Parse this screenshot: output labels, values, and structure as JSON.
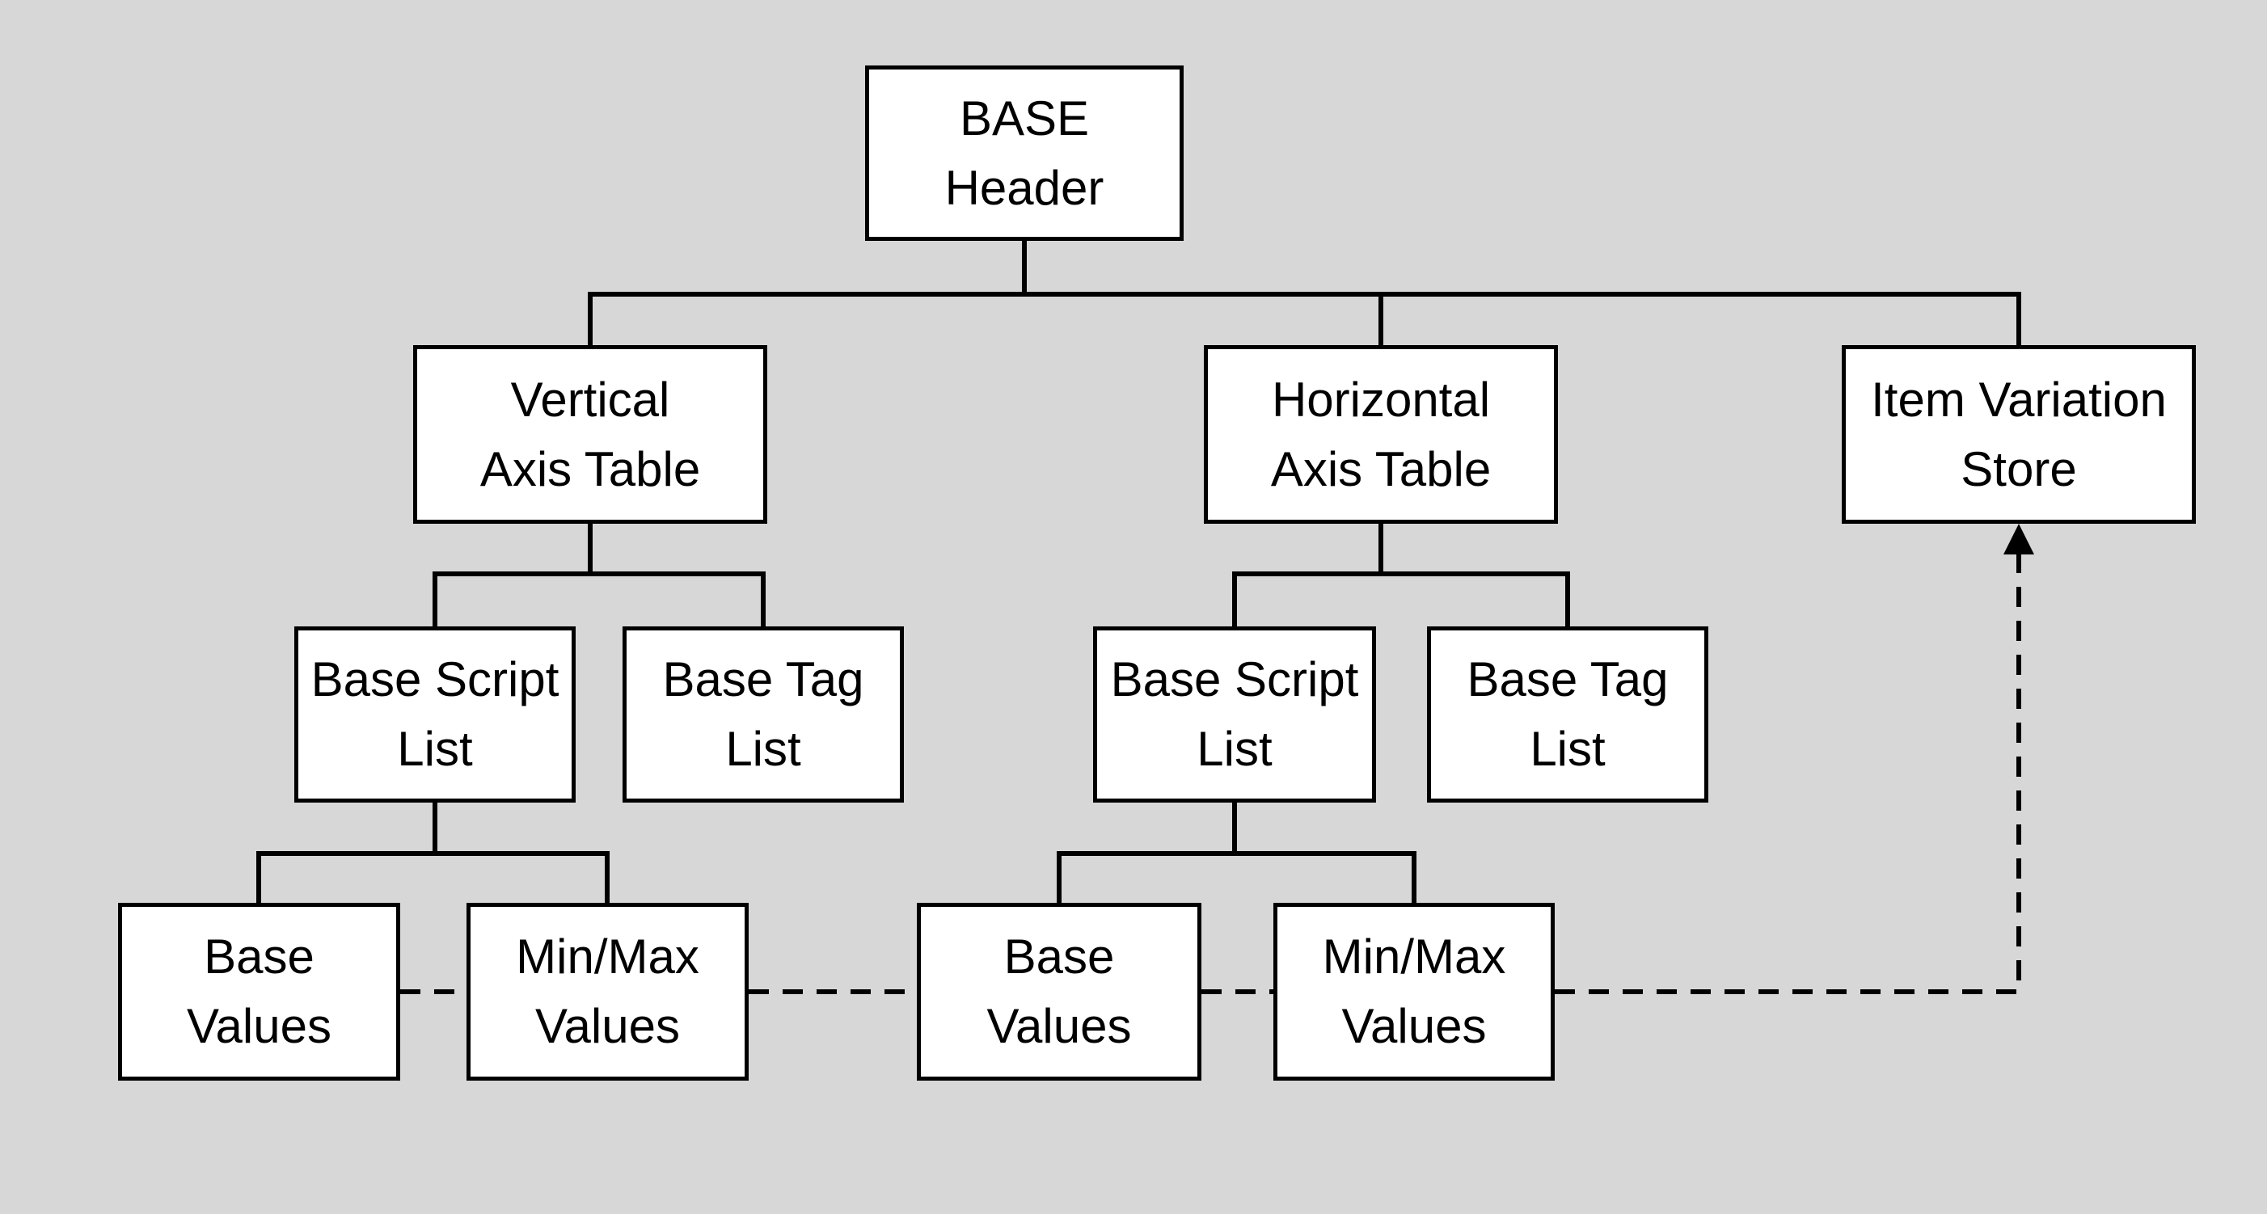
{
  "diagram": {
    "type": "tree-diagram",
    "colors": {
      "background": "#d7d7d7",
      "box_fill": "#ffffff",
      "box_border": "#000000",
      "line": "#000000",
      "text": "#000000"
    },
    "nodes": [
      {
        "id": "base-header",
        "label": "BASE\nHeader"
      },
      {
        "id": "vertical-axis-table",
        "label": "Vertical\nAxis Table"
      },
      {
        "id": "horizontal-axis-table",
        "label": "Horizontal\nAxis Table"
      },
      {
        "id": "item-variation-store",
        "label": "Item Variation\nStore"
      },
      {
        "id": "base-script-list-left",
        "label": "Base Script\nList"
      },
      {
        "id": "base-tag-list-left",
        "label": "Base Tag\nList"
      },
      {
        "id": "base-script-list-right",
        "label": "Base Script\nList"
      },
      {
        "id": "base-tag-list-right",
        "label": "Base Tag\nList"
      },
      {
        "id": "base-values-left",
        "label": "Base\nValues"
      },
      {
        "id": "minmax-values-left",
        "label": "Min/Max\nValues"
      },
      {
        "id": "base-values-right",
        "label": "Base\nValues"
      },
      {
        "id": "minmax-values-right",
        "label": "Min/Max\nValues"
      }
    ],
    "edges": {
      "solid": [
        "BASE Header -> Vertical Axis Table",
        "BASE Header -> Horizontal Axis Table",
        "BASE Header -> Item Variation Store",
        "Vertical Axis Table -> Base Script List",
        "Vertical Axis Table -> Base Tag List",
        "Horizontal Axis Table -> Base Script List",
        "Horizontal Axis Table -> Base Tag List",
        "Base Script List (vertical) -> Base Values",
        "Base Script List (vertical) -> Min/Max Values",
        "Base Script List (horizontal) -> Base Values",
        "Base Script List (horizontal) -> Min/Max Values"
      ],
      "dashed_arrow": "Base Values / Min/Max Values -> Item Variation Store"
    }
  }
}
